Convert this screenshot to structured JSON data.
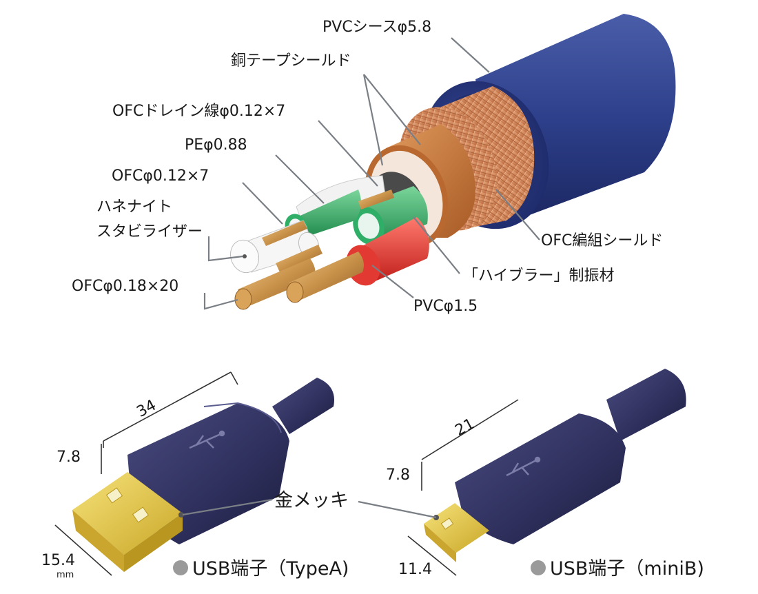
{
  "cable": {
    "labels": {
      "pvc_sheath": "PVCシースφ5.8",
      "copper_tape_shield": "銅テープシールド",
      "ofc_drain": "OFCドレイン線φ0.12×7",
      "pe": "PEφ0.88",
      "ofc_signal": "OFCφ0.12×7",
      "stabilizer_line1": "ハネナイト",
      "stabilizer_line2": "スタビライザー",
      "ofc_power": "OFCφ0.18×20",
      "ofc_braid_shield": "OFC編組シールド",
      "damping_material": "「ハイブラー」制振材",
      "pvc_insulation": "PVCφ1.5"
    },
    "colors": {
      "sheath": "#2d3f8a",
      "copper_tape": "#c77a3a",
      "braid": "#d99468",
      "green_insulation": "#2fae68",
      "red_insulation": "#e23a33",
      "white_insulation": "#f2f2f2",
      "copper_wire": "#c9924a"
    }
  },
  "connectors": {
    "gold_plating_label": "金メッキ",
    "type_a": {
      "caption": "USB端子（TypeA)",
      "length": "34",
      "height": "7.8",
      "width": "15.4",
      "unit": "mm"
    },
    "mini_b": {
      "caption": "USB端子（miniB)",
      "length": "21",
      "height": "7.8",
      "width": "11.4"
    },
    "colors": {
      "body": "#2e2f5c",
      "plug": "#e8c94a",
      "bullet": "#9a9a9a"
    }
  }
}
